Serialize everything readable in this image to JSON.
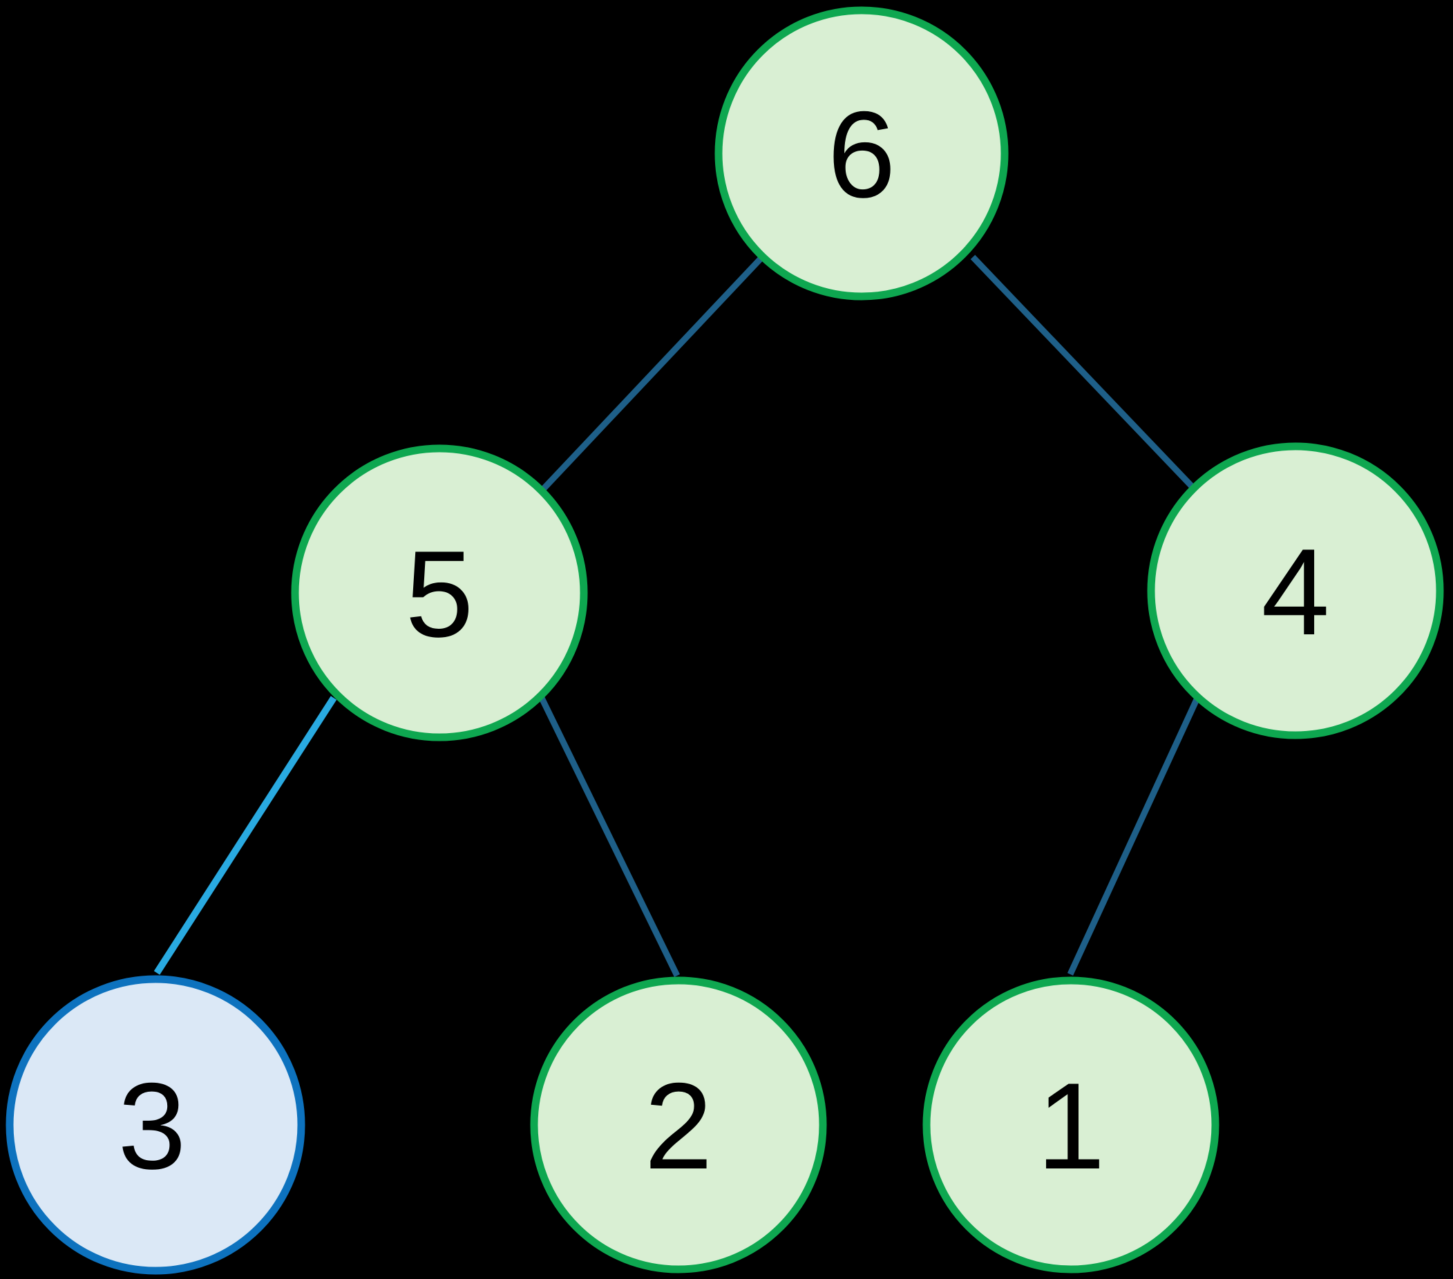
{
  "diagram": {
    "kind": "binary-tree",
    "background": "#000000",
    "nodes": [
      {
        "id": "6",
        "label": "6",
        "level": 0,
        "state": "default",
        "fill": "#d9efd3",
        "stroke": "#0ea750",
        "label_color": "#000000"
      },
      {
        "id": "5",
        "label": "5",
        "level": 1,
        "state": "default",
        "fill": "#d9efd3",
        "stroke": "#0ea750",
        "label_color": "#000000"
      },
      {
        "id": "4",
        "label": "4",
        "level": 1,
        "state": "default",
        "fill": "#d9efd3",
        "stroke": "#0ea750",
        "label_color": "#000000"
      },
      {
        "id": "3",
        "label": "3",
        "level": 2,
        "state": "highlighted",
        "fill": "#dbe8f6",
        "stroke": "#0d72be",
        "label_color": "#000000"
      },
      {
        "id": "2",
        "label": "2",
        "level": 2,
        "state": "default",
        "fill": "#d9efd3",
        "stroke": "#0ea750",
        "label_color": "#000000"
      },
      {
        "id": "1",
        "label": "1",
        "level": 2,
        "state": "default",
        "fill": "#d9efd3",
        "stroke": "#0ea750",
        "label_color": "#000000"
      }
    ],
    "edges": [
      {
        "from": "6",
        "to": "5",
        "state": "default",
        "color": "#1e5f88"
      },
      {
        "from": "6",
        "to": "4",
        "state": "default",
        "color": "#1e5f88"
      },
      {
        "from": "5",
        "to": "3",
        "state": "highlighted",
        "color": "#29aae1"
      },
      {
        "from": "5",
        "to": "2",
        "state": "default",
        "color": "#1e5f88"
      },
      {
        "from": "4",
        "to": "1",
        "state": "default",
        "color": "#1e5f88"
      }
    ],
    "colors": {
      "node_fill_green": "#d9efd3",
      "node_stroke_green": "#0ea750",
      "node_fill_blue": "#dbe8f6",
      "node_stroke_blue": "#0d72be",
      "edge_default": "#1e5f88",
      "edge_highlight": "#29aae1",
      "label_color": "#000000",
      "background": "#000000"
    }
  }
}
